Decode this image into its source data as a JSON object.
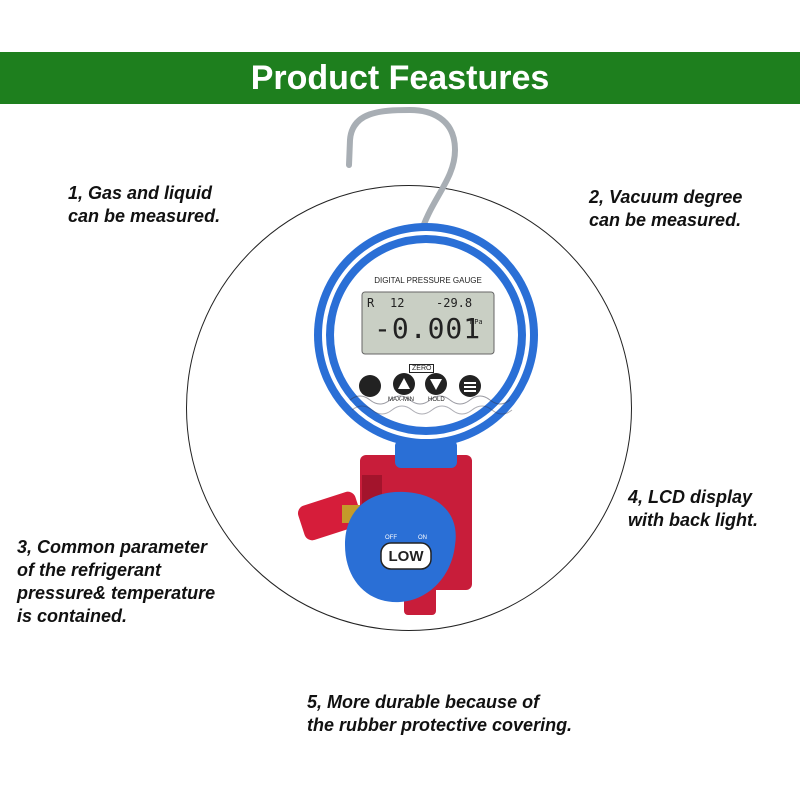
{
  "header": {
    "title": "Product Feastures",
    "color": "#1e7f1e"
  },
  "features": [
    {
      "lines": [
        "1, Gas and liquid",
        "can be measured."
      ]
    },
    {
      "lines": [
        "2, Vacuum degree",
        "can be measured."
      ]
    },
    {
      "lines": [
        "3, Common parameter",
        "of the refrigerant",
        "pressure& temperature",
        "is contained."
      ]
    },
    {
      "lines": [
        "4, LCD display",
        "with back light."
      ]
    },
    {
      "lines": [
        "5, More durable because of",
        "the rubber protective covering."
      ]
    }
  ],
  "gauge": {
    "brand_text": "DIGITAL PRESSURE GAUGE",
    "display_top_left": "R",
    "display_refrigerant": "12",
    "display_temp": "-29.8",
    "display_value": "-0.001",
    "display_unit": "MPa",
    "button_zero": "ZERO",
    "button_maxmin": "MAX-MIN",
    "button_hold": "HOLD",
    "valve_label": "LOW",
    "valve_off": "OFF",
    "valve_on": "ON",
    "body_color": "#2a6fd6",
    "body_inner_color": "#ffffff",
    "manifold_color": "#c81d3a"
  }
}
